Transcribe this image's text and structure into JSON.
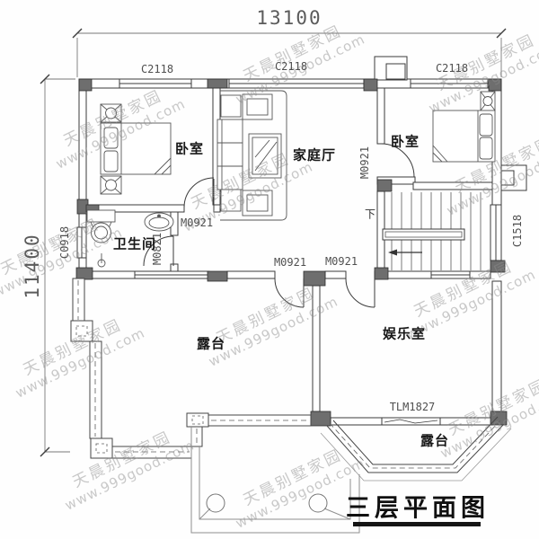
{
  "title": {
    "text": "三层平面图"
  },
  "watermark": {
    "brand": "天晨别墅家园",
    "url": "www.999good.com"
  },
  "dimensions": {
    "width_total": "13100",
    "height_total": "11400"
  },
  "rooms": {
    "bedroom_left": "卧室",
    "family_hall": "家庭厅",
    "bedroom_right": "卧室",
    "bathroom": "卫生间",
    "terrace_left": "露台",
    "recreation": "娱乐室",
    "terrace_bottom": "露台"
  },
  "windows": {
    "c2118_left": "C2118",
    "c2118_mid": "C2118",
    "c2118_right": "C2118",
    "c0918": "C0918",
    "c1518": "C1518"
  },
  "doors": {
    "bedroom_left": "M0921",
    "bedroom_right": "M0921",
    "bathroom": "M0821",
    "terrace": "M0921",
    "recreation": "M0921",
    "balcony_sliding": "TLM1827"
  },
  "stairs": {
    "direction": "下"
  }
}
